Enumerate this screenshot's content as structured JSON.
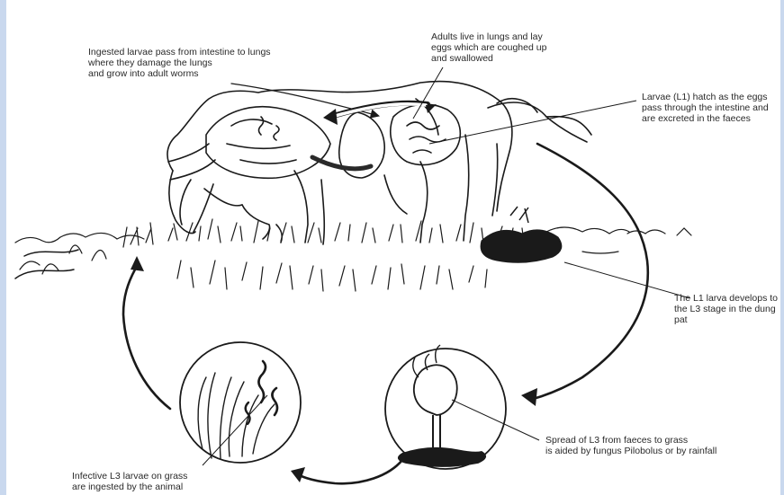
{
  "diagram": {
    "annotations": {
      "larvae_to_lungs": "Ingested larvae pass from intestine to lungs\nwhere they damage the lungs\nand grow into adult worms",
      "adults_in_lungs": "Adults live in lungs and lay\neggs which are coughed up\nand swallowed",
      "l1_hatch": "Larvae (L1) hatch as the eggs\npass through the intestine and\nare excreted in the faeces",
      "l1_to_l3": "The L1 larva develops to\nthe L3 stage in the dung pat",
      "spread_l3": "Spread of L3 from faeces to grass\nis aided by fungus Pilobolus or by  rainfall",
      "infective_l3": "Infective L3 larvae on grass\nare ingested by the animal"
    },
    "colors": {
      "background": "#c9d8ee",
      "ink": "#1a1a1a",
      "panel": "#ffffff"
    }
  }
}
